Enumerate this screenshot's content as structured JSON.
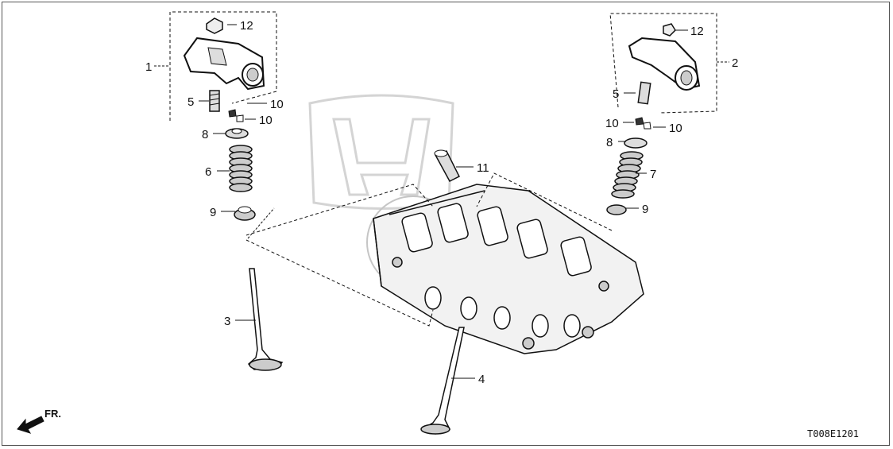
{
  "diagram": {
    "code": "T008E1201",
    "direction_label": "FR.",
    "callouts": [
      {
        "id": "c1",
        "text": "1"
      },
      {
        "id": "c2",
        "text": "2"
      },
      {
        "id": "c3",
        "text": "3"
      },
      {
        "id": "c4",
        "text": "4"
      },
      {
        "id": "c5a",
        "text": "5"
      },
      {
        "id": "c5b",
        "text": "5"
      },
      {
        "id": "c6",
        "text": "6"
      },
      {
        "id": "c7",
        "text": "7"
      },
      {
        "id": "c8a",
        "text": "8"
      },
      {
        "id": "c8b",
        "text": "8"
      },
      {
        "id": "c9a",
        "text": "9"
      },
      {
        "id": "c9b",
        "text": "9"
      },
      {
        "id": "c10a",
        "text": "10"
      },
      {
        "id": "c10b",
        "text": "10"
      },
      {
        "id": "c10c",
        "text": "10"
      },
      {
        "id": "c10d",
        "text": "10"
      },
      {
        "id": "c11",
        "text": "11"
      },
      {
        "id": "c12a",
        "text": "12"
      },
      {
        "id": "c12b",
        "text": "12"
      }
    ],
    "colors": {
      "line": "#111111",
      "watermark": "#9a9a9a"
    }
  }
}
